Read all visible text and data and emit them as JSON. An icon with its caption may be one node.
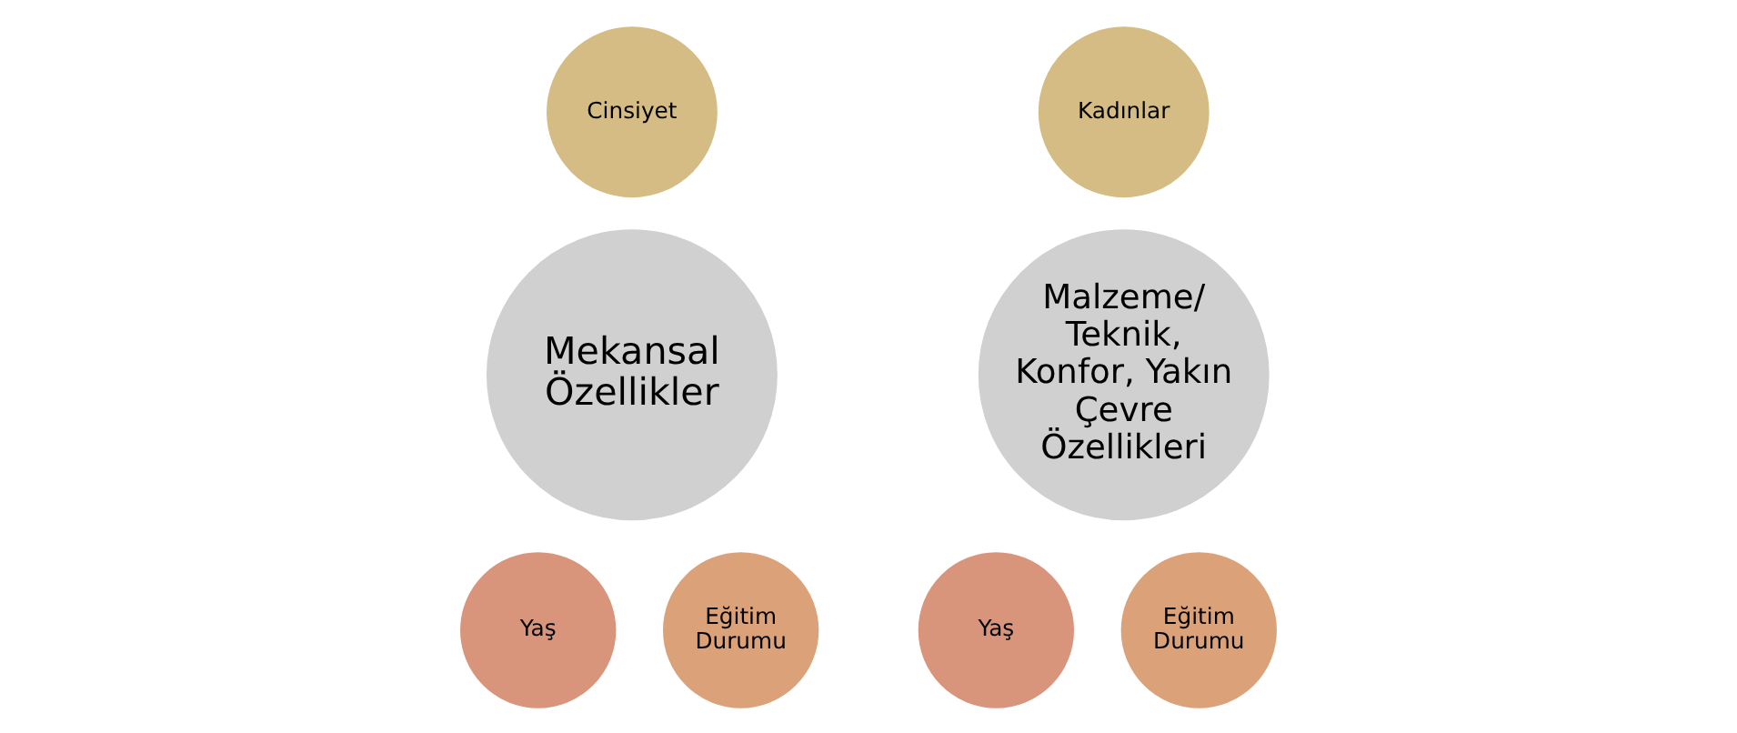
{
  "diagram": {
    "nodes": [
      {
        "text": [
          "Cinsiyet"
        ]
      },
      {
        "text": [
          "Mekansal Özellikler"
        ]
      },
      {
        "text": [
          "Yaş"
        ]
      },
      {
        "text": [
          "Eğitim Durumu"
        ]
      },
      {
        "text": [
          "Kadınlar"
        ]
      },
      {
        "text": [
          "Malzeme/ Teknik, Konfor, Yakın Çevre Özellikleri"
        ]
      },
      {
        "text": [
          "Yaş"
        ]
      },
      {
        "text": [
          "Eğitim Durumu"
        ]
      }
    ]
  }
}
